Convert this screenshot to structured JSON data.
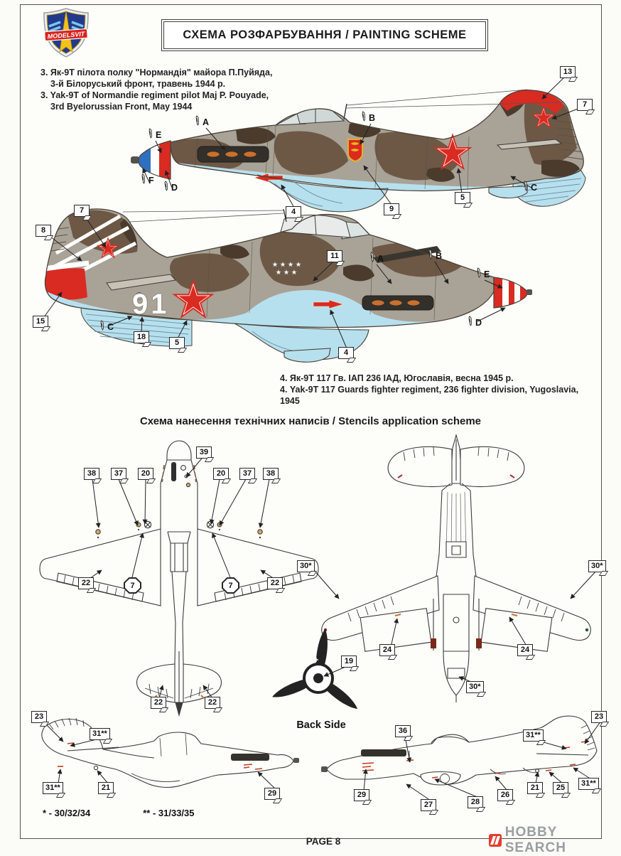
{
  "header": {
    "logo_text": "MODELSVIT",
    "title": "СХЕМА РОЗФАРБУВАННЯ  /  PAINTING  SCHEME"
  },
  "captions": {
    "scheme3_ua1": "3. Як-9Т пілота полку \"Нормандія\" майора П.Пуйяда,",
    "scheme3_ua2": "3-й Білоруський фронт, травень 1944 р.",
    "scheme3_en1": "3. Yak-9T of Normandie regiment pilot Maj P. Pouyade,",
    "scheme3_en2": "3rd Byelorussian Front, May 1944",
    "scheme4_ua": "4. Як-9Т 117 Гв. ІАП 236 ІАД, Югославія, весна 1945 р.",
    "scheme4_en": "4. Yak-9T 117 Guards fighter regiment, 236 fighter division, Yugoslavia, 1945",
    "stencils_title": "Схема нанесення технічних написів / Stencils application scheme",
    "back_side": "Back Side",
    "footnote_star": "* - 30/32/34",
    "footnote_dstar": "** - 31/33/35"
  },
  "markings": {
    "aircraft2_board_number": "91"
  },
  "callouts": {
    "n4": "4",
    "n5": "5",
    "n7": "7",
    "n8": "8",
    "n9": "9",
    "n11": "11",
    "n13": "13",
    "n15": "15",
    "n18": "18",
    "n19": "19",
    "n20": "20",
    "n21": "21",
    "n22": "22",
    "n23": "23",
    "n24": "24",
    "n25": "25",
    "n26": "26",
    "n27": "27",
    "n28": "28",
    "n29": "29",
    "n30": "30*",
    "n31": "31**",
    "n36": "36",
    "n37": "37",
    "n38": "38",
    "n39": "39"
  },
  "paint_refs": {
    "A": "A",
    "B": "B",
    "C": "C",
    "D": "D",
    "E": "E",
    "F": "F"
  },
  "footer": {
    "page": "PAGE 8",
    "watermark": "HOBBY SEARCH"
  },
  "colors": {
    "camo_gray": "#a9a296",
    "camo_brown": "#6d5846",
    "camo_dark_brown": "#4a3b2d",
    "underside_blue": "#b7e0ee",
    "marking_red": "#d92b21",
    "shield_yellow": "#f0b41e",
    "stencil_orange": "#c9702e",
    "line": "#3b3b3b",
    "tricolor_blue": "#2f6fc0"
  }
}
